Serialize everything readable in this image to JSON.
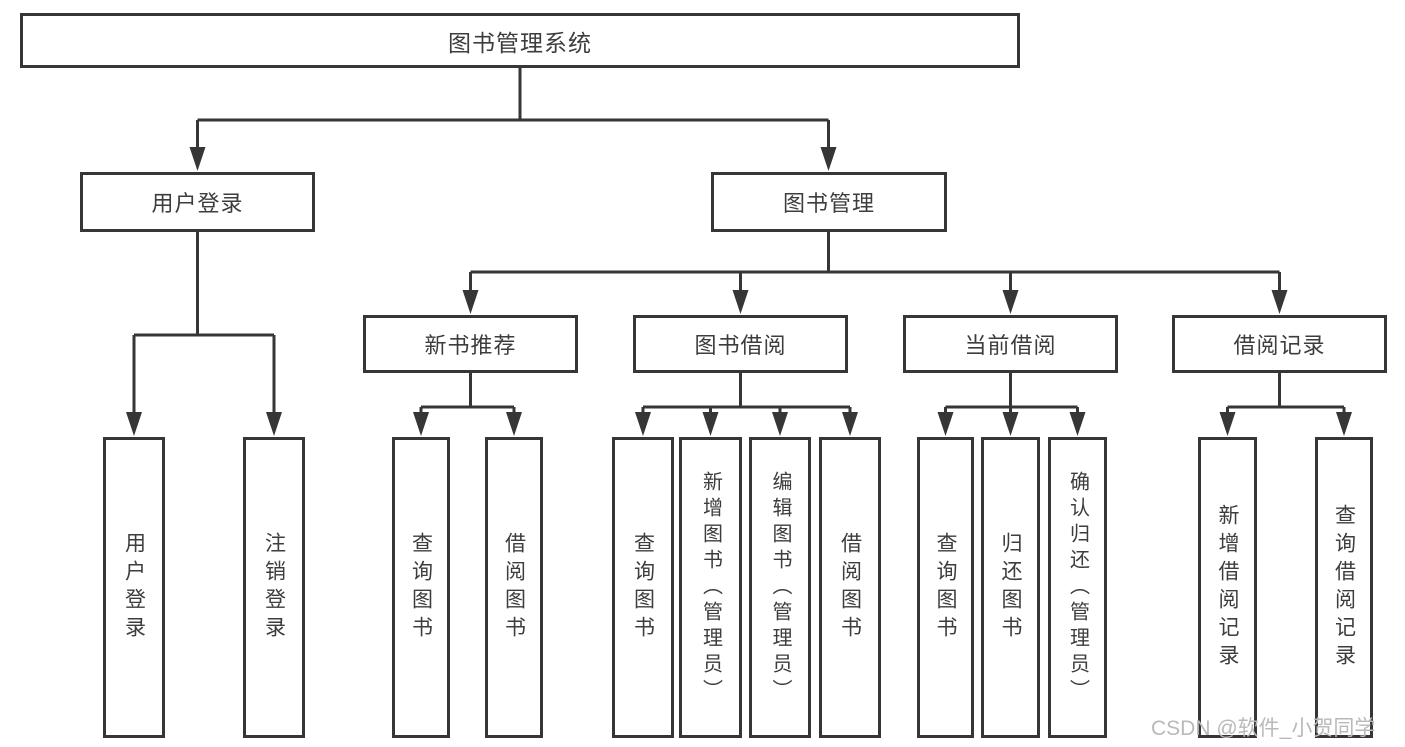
{
  "nodes": {
    "root": {
      "label": "图书管理系统"
    },
    "level2": [
      {
        "label": "用户登录"
      },
      {
        "label": "图书管理"
      }
    ],
    "level3": [
      {
        "label": "新书推荐"
      },
      {
        "label": "图书借阅"
      },
      {
        "label": "当前借阅"
      },
      {
        "label": "借阅记录"
      }
    ],
    "leaves": [
      {
        "label": "用户登录"
      },
      {
        "label": "注销登录"
      },
      {
        "label": "查询图书"
      },
      {
        "label": "借阅图书"
      },
      {
        "label": "查询图书"
      },
      {
        "label": "新增图书（管理员）"
      },
      {
        "label": "编辑图书（管理员）"
      },
      {
        "label": "借阅图书"
      },
      {
        "label": "查询图书"
      },
      {
        "label": "归还图书"
      },
      {
        "label": "确认归还（管理员）"
      },
      {
        "label": "新增借阅记录"
      },
      {
        "label": "查询借阅记录"
      }
    ]
  },
  "watermark": {
    "text": "CSDN @软件_小贺同学"
  },
  "colors": {
    "line": "#363636",
    "text": "#3d3d3d",
    "watermark": "#b9b9b9",
    "background": "#ffffff"
  }
}
